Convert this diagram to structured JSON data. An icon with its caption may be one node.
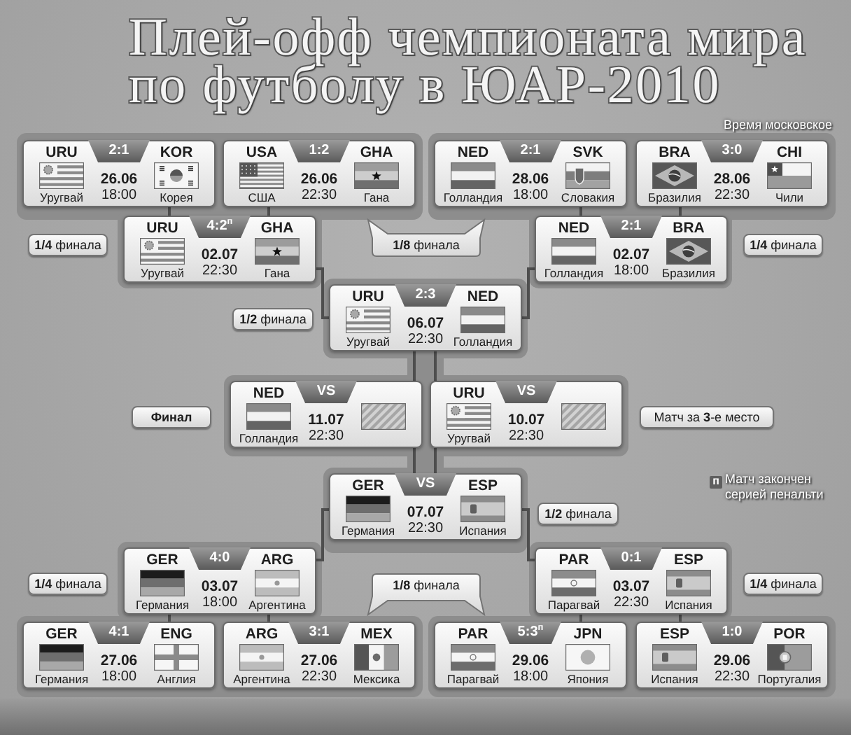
{
  "diagram": {
    "title": "Плей-офф чемпионата мира по футболу в ЮАР-2010",
    "nodes": [
      {
        "text": [
          "URU",
          "2:1",
          "KOR",
          "26.06",
          "Уругвай",
          "18:00",
          "Корея"
        ]
      },
      {
        "text": [
          "USA",
          "1:2",
          "GHA",
          "26.06",
          "США",
          "22:30",
          "Гана"
        ]
      },
      {
        "text": [
          "NED",
          "2:1",
          "SVK",
          "28.06",
          "Голландия",
          "18:00",
          "Словакия"
        ]
      },
      {
        "text": [
          "BRA",
          "3:0",
          "CHI",
          "28.06",
          "Бразилия",
          "22:30",
          "Чили"
        ]
      },
      {
        "text": [
          "**1/4** финала"
        ]
      },
      {
        "text": [
          "URU",
          "4:2$^{п}$",
          "GHA",
          "02.07",
          "Уругвай",
          "22:30",
          "Гана"
        ]
      },
      {
        "text": [
          "**1/8** финала"
        ]
      },
      {
        "text": [
          "NED",
          "2:1",
          "BRA",
          "02.07",
          "Голландия",
          "18:00",
          "Бразилия"
        ]
      },
      {
        "text": [
          "**1/4** финала"
        ]
      },
      {
        "text": [
          "**1/2** финала"
        ]
      },
      {
        "text": [
          "URU",
          "2:3",
          "NED",
          "06.07",
          "Уругвай",
          "22:30",
          "Голландия"
        ]
      },
      {
        "text": [
          "Финал"
        ]
      },
      {
        "text": [
          "NED",
          "VS",
          "11.07",
          "Голландия",
          "22:30"
        ]
      },
      {
        "text": [
          "URU",
          "VS",
          "10.07",
          "Уругвай",
          "22:30"
        ]
      },
      {
        "text": [
          "Матч за **3**-е место"
        ]
      },
      {
        "text": [
          "GER",
          "VS",
          "ESP",
          "07.07",
          "Германия",
          "22:30",
          "Испания"
        ]
      },
      {
        "text": [
          "**1/2** финала"
        ]
      },
      {
        "text": [
          "п"
        ],
        "beside": [
          "Матч закончен серией пенальти"
        ]
      },
      {
        "text": [
          "**1/4** финала"
        ]
      },
      {
        "text": [
          "GER",
          "4:0",
          "ARG",
          "03.07",
          "Германия",
          "18:00",
          "Аргентина"
        ]
      },
      {
        "text": [
          "**1/8** финала"
        ]
      },
      {
        "text": [
          "PAR",
          "0:1",
          "ESP",
          "03.07",
          "Парагвай",
          "22:30",
          "Испания"
        ]
      },
      {
        "text": [
          "**1/4** финала"
        ]
      },
      {
        "text": [
          "GER",
          "4:1",
          "ENG",
          "27.06",
          "Германия",
          "18:00",
          "Англия"
        ]
      },
      {
        "text": [
          "ARG",
          "3:1",
          "MEX",
          "27.06",
          "Аргентина",
          "22:30",
          "Мексика"
        ]
      },
      {
        "text": [
          "PAR",
          "5:3$^{п}$",
          "JPN",
          "29.06",
          "Парагвай",
          "18:00",
          "Япония"
        ]
      },
      {
        "text": [
          "ESP",
          "1:0",
          "POR",
          "29.06",
          "Испания",
          "22:30",
          "Португалия"
        ]
      }
    ],
    "edges": [
      {
        "from": 0,
        "to": 5,
        "arrow": "none"
      },
      {
        "from": 1,
        "to": 5,
        "arrow": "none"
      },
      {
        "from": 2,
        "to": 7,
        "arrow": "none"
      },
      {
        "from": 3,
        "to": 7,
        "arrow": "none"
      },
      {
        "from": 5,
        "to": 10,
        "arrow": "none"
      },
      {
        "from": 7,
        "to": 10,
        "arrow": "none"
      },
      {
        "from": 10,
        "to": 12,
        "arrow": "none"
      },
      {
        "from": 10,
        "to": 13,
        "arrow": "none"
      },
      {
        "from": 15,
        "to": 12,
        "arrow": "none"
      },
      {
        "from": 15,
        "to": 13,
        "arrow": "none"
      },
      {
        "from": 19,
        "to": 15,
        "arrow": "none"
      },
      {
        "from": 21,
        "to": 15,
        "arrow": "none"
      },
      {
        "from": 23,
        "to": 19,
        "arrow": "none"
      },
      {
        "from": 24,
        "to": 19,
        "arrow": "none"
      },
      {
        "from": 25,
        "to": 21,
        "arrow": "none"
      },
      {
        "from": 26,
        "to": 21,
        "arrow": "none"
      }
    ],
    "labels": [
      "Время московское"
    ]
  }
}
